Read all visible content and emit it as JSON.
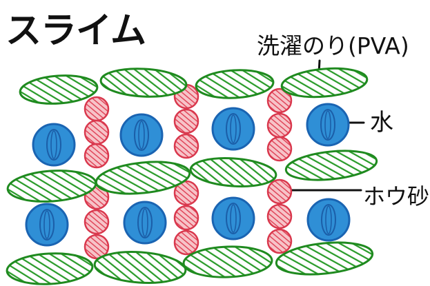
{
  "title": "スライム",
  "labels": {
    "pva": "洗濯のり(PVA)",
    "water": "水",
    "borax": "ホウ砂"
  },
  "colors": {
    "pva_fill": "#7fc45a",
    "pva_stroke": "#1f8a1f",
    "water_fill": "#2f8fd6",
    "water_stroke": "#1a64b2",
    "borax_fill": "#f3a0a8",
    "borax_stroke": "#d9384d",
    "ink": "#111111"
  }
}
